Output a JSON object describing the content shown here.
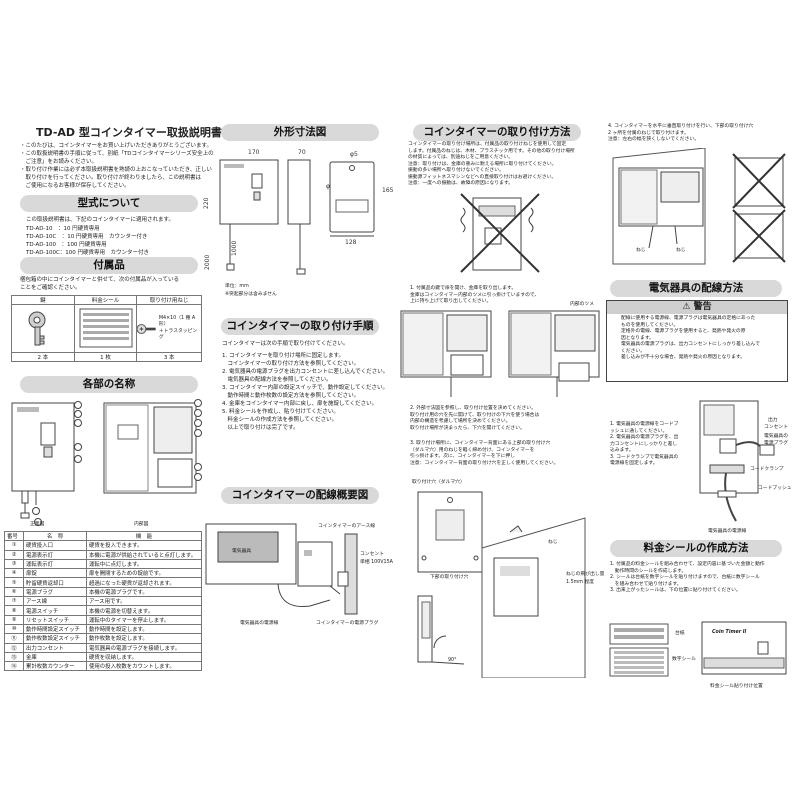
{
  "doc_title": "TD-AD 型コインタイマー取扱説明書",
  "intro": [
    "・このたびは、コインタイマーをお買い上げいただきありがとうございます。",
    "・この取扱説明書の手順に従って、別紙「TDコインタイマーシリーズ安全上の",
    "　ご注意」をお読みください。",
    "・取り付け作業には必ず本取扱説明書を熟読の上おこなっていただき、正しい",
    "　取り付けを行ってください。取り付けが終わりましたら、この説明書は",
    "　ご使用になるお客様が保存してください。"
  ],
  "model_section": {
    "title": "型式について",
    "lead": "この取扱説明書は、下記のコインタイマーに適用されます。",
    "models": [
      "TD-AD-10　：10 円硬貨専用",
      "TD-AD-10C　：10 円硬貨専用　カウンター付き",
      "TD-AD-100　：100 円硬貨専用",
      "TD-AD-100C：100 円硬貨専用　カウンター付き"
    ]
  },
  "accessories": {
    "title": "付属品",
    "lead": "梱包箱の中にコインタイマーと併せて、次の付属品が入っている",
    "lead2": "ことをご確認ください。",
    "headers": [
      "鍵",
      "料金シール",
      "取り付け用ねじ"
    ],
    "screw_note": [
      "M4×10（1 種 A 形）",
      "＋トラスタッピング"
    ],
    "counts": [
      "2 本",
      "1 枚",
      "3 本"
    ]
  },
  "parts_section": {
    "title": "各部の名称",
    "front_label": "正面図",
    "inner_label": "内部図",
    "table_headers": [
      "番号",
      "名　称",
      "機　能"
    ],
    "rows": [
      [
        "①",
        "硬貨投入口",
        "硬貨を投入できます。"
      ],
      [
        "②",
        "電源表示灯",
        "本機に電源が供給されていると点灯します。"
      ],
      [
        "③",
        "運転表示灯",
        "運転中に点灯します。"
      ],
      [
        "④",
        "扉錠",
        "扉を開閉するための錠前です。"
      ],
      [
        "⑤",
        "貯留硬貨返却口",
        "超過になった硬貨が返却されます。"
      ],
      [
        "⑥",
        "電源プラグ",
        "本機の電源プラグです。"
      ],
      [
        "⑦",
        "アース線",
        "アース用です。"
      ],
      [
        "⑧",
        "電源スイッチ",
        "本機の電源を切替えます。"
      ],
      [
        "⑨",
        "リセットスイッチ",
        "運転中のタイマーを停止します。"
      ],
      [
        "⑩",
        "動作時間設定スイッチ",
        "動作時間を設定します。"
      ],
      [
        "⑪",
        "動作枚数設定スイッチ",
        "動作枚数を設定します。"
      ],
      [
        "⑫",
        "出力コンセント",
        "電気器具の電源プラグを接続します。"
      ],
      [
        "⑬",
        "金庫",
        "硬貨を収納します。"
      ],
      [
        "⑭",
        "累計枚数カウンター",
        "使用の投入枚数をカウントします。"
      ]
    ]
  },
  "dimension_section": {
    "title": "外形寸法図",
    "dims": [
      "170",
      "70",
      "φ5",
      "220",
      "165",
      "128",
      "1000",
      "2000",
      "φ10"
    ],
    "unit": "単位：mm",
    "note": "※突起部分は含みません"
  },
  "mount_steps_section": {
    "title": "コインタイマーの取り付け手順",
    "lead": "コインタイマーは次の手順で取り付けてください。",
    "steps": [
      "1. コインタイマーを取り付け場所に固定します。",
      "　コインタイマーの取り付け方法を参照してください。",
      "2. 電気器具の電源プラグを出力コンセントに差し込んでください。",
      "　電気器具の配線方法を参照してください。",
      "3. コインタイマー内部の設定スイッチで、動作設定してください。",
      "　動作時間と動作枚数の設定方法を参照してください。",
      "4. 金庫をコインタイマー内部に戻し、扉を施錠してください。",
      "5. 料金シールを作成し、貼り付けてください。",
      "　料金シールの作成方法を参照してください。",
      "　以上で取り付けは完了です。"
    ]
  },
  "wiring_overview": {
    "title": "コインタイマーの配線概要図",
    "labels": [
      "電気器具",
      "コインタイマーのアース線",
      "コンセント",
      "単相 100V15A",
      "電気器具の電源線",
      "コインタイマーの電源プラグ"
    ]
  },
  "mounting_section": {
    "title": "コインタイマーの取り付け方法",
    "paras": [
      "コインタイマーの取り付け場所は、付属品の取り付けねじを使用して固定",
      "します。付属品のねじは、木材、プラスチック用です。その他の取り付け場所",
      "の材質によっては、別途ねじをご用意ください。",
      "注意：取り付けは、金庫の重みに耐える場所に取り付けてください。",
      "振動の多い場所へ取り付けないでください。",
      "振動源フィットネスマシンなどへの直接取り付けはお避けください。",
      "注意：一度への振動は、故障の原因になります。"
    ],
    "step1": [
      "1. 付属品の鍵で扉を開け、金庫を取り出します。",
      "金庫はコインタイマー内部のツメに引っ掛けていますので、",
      "上に持ち上げて取り出してください。"
    ],
    "inner_claw": "内部のツメ",
    "step2": [
      "2. 外部寸法図を参照し、取り付け位置を決めてください。",
      "取り付け用の穴を先に開けて、取り付けの下穴を使う場合は",
      "内部の構造を考慮して場所を決めてください。",
      "取り付け場所が決まったら、下穴を開けてください。"
    ],
    "step3": [
      "3. 取り付け場所に、コインタイマー背面にある上部の取り付け穴",
      "（ダルマ穴）用のねじを軽く締め付け、コインタイマーを",
      "引っ掛けます。次に、コインタイマーを下に押し",
      "注意：コインタイマー背面の取り付け穴を正しく使用してください。"
    ],
    "hole_label": "取り付け穴（ダルマ穴）",
    "bottom_hole": "下部の取り付け穴",
    "screw_label": "ねじ",
    "gap_label": [
      "ねじの飛び出し量",
      "1.5mm 程度"
    ],
    "angle": "90°"
  },
  "step4": {
    "lines": [
      "4. コインタイマーを水平に垂直取り付けを行い、下部の取り付け穴",
      "2 ヶ所を付属のねじで取り付けます。",
      "注意：左右の幅を狭くしないでください。"
    ],
    "screw_left": "ねじ",
    "screw_right": "ねじ"
  },
  "electric_section": {
    "title": "電気器具の配線方法",
    "warning_title": "警告",
    "warnings": [
      "配線に使用する電源線、電源プラグは電気器具の定格にあった",
      "ものを使用してください。",
      "定格外の電線、電源プラグを使用すると、発熱や発火の原",
      "因となります。",
      "電気器具の電源プラグは、出力コンセントにしっかり差し込んで",
      "ください。",
      "差し込みが不十分な場合、発熱や発火の原因となります。"
    ],
    "steps": [
      "1. 電気器具の電源線をコードブ",
      "ッシュに通してください。",
      "2. 電気器具の電源プラグを、出",
      "力コンセントにしっかりと差し",
      "込みます。",
      "3. コードクランプで電気器具の",
      "電源線を固定します。"
    ],
    "labels": [
      "出力",
      "コンセント",
      "電気器具の",
      "電源プラグ",
      "コードクランプ",
      "コードブッシュ",
      "電気器具の電源線"
    ]
  },
  "sticker_section": {
    "title": "料金シールの作成方法",
    "steps": [
      "1. 付属品の料金シールを組み合わせて、設定内容に基づいた金額と動作",
      "　動作時間のシールを作成します。",
      "2. シールは台紙を数字シールを貼り付けますので、台紙に数字シール",
      "　を組み合わせて貼り付けます。",
      "3. 出来上がったシールは、下の位置に貼り付けてください。"
    ],
    "labels": [
      "台紙",
      "数字シール",
      "料金シール貼り付け位置"
    ],
    "device_logo": "Coin Timer II"
  },
  "colors": {
    "heading_fill": "#d9d9d9",
    "warning_fill": "#cfcfcf",
    "ink": "#222222"
  }
}
